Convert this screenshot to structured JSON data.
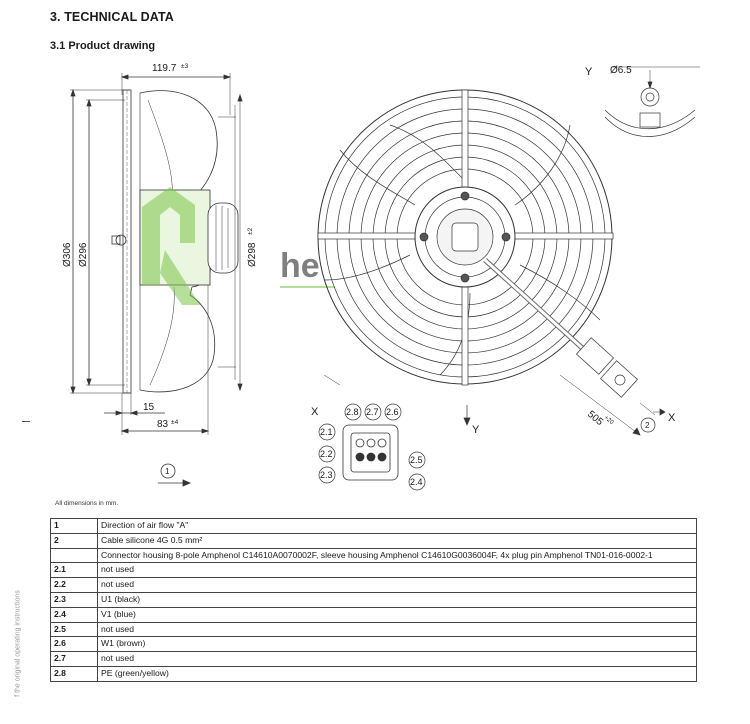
{
  "header": {
    "section_title": "3. TECHNICAL DATA",
    "subsection_title": "3.1 Product drawing"
  },
  "drawing": {
    "dim_depth": "119.7",
    "dim_depth_tol": "±3",
    "dim_outer_dia": "Ø306",
    "dim_inner_dia": "Ø296",
    "dim_guard_dia": "Ø298",
    "dim_guard_tol": "±2",
    "dim_offset": "15",
    "dim_motor_depth": "83",
    "dim_motor_tol": "±4",
    "dim_hole_dia": "Ø6.5",
    "view_y_label": "Y",
    "view_x_label": "X",
    "cable_length": "505",
    "cable_length_tol": "+20",
    "callout_airflow": "1",
    "callout_cable": "2",
    "watermark_text": "he",
    "pins": [
      "2.1",
      "2.2",
      "2.3",
      "2.4",
      "2.5",
      "2.6",
      "2.7",
      "2.8"
    ]
  },
  "footer": {
    "dims_note": "All dimensions in mm.",
    "side_text": "f the original operating instructions"
  },
  "table": {
    "rows": [
      {
        "num": "1",
        "desc": "Direction of air flow \"A\""
      },
      {
        "num": "2",
        "desc": "Cable silicone 4G 0.5 mm²"
      },
      {
        "num": "",
        "desc": "Connector housing 8-pole Amphenol C14610A0070002F, sleeve housing Amphenol C14610G0036004F, 4x plug pin Amphenol TN01-016-0002-1"
      },
      {
        "num": "2.1",
        "desc": "not used"
      },
      {
        "num": "2.2",
        "desc": "not used"
      },
      {
        "num": "2.3",
        "desc": "U1 (black)"
      },
      {
        "num": "2.4",
        "desc": "V1 (blue)"
      },
      {
        "num": "2.5",
        "desc": "not used"
      },
      {
        "num": "2.6",
        "desc": "W1 (brown)"
      },
      {
        "num": "2.7",
        "desc": "not used"
      },
      {
        "num": "2.8",
        "desc": "PE (green/yellow)"
      }
    ]
  },
  "colors": {
    "line": "#333333",
    "watermark": "#6fbf3a"
  }
}
